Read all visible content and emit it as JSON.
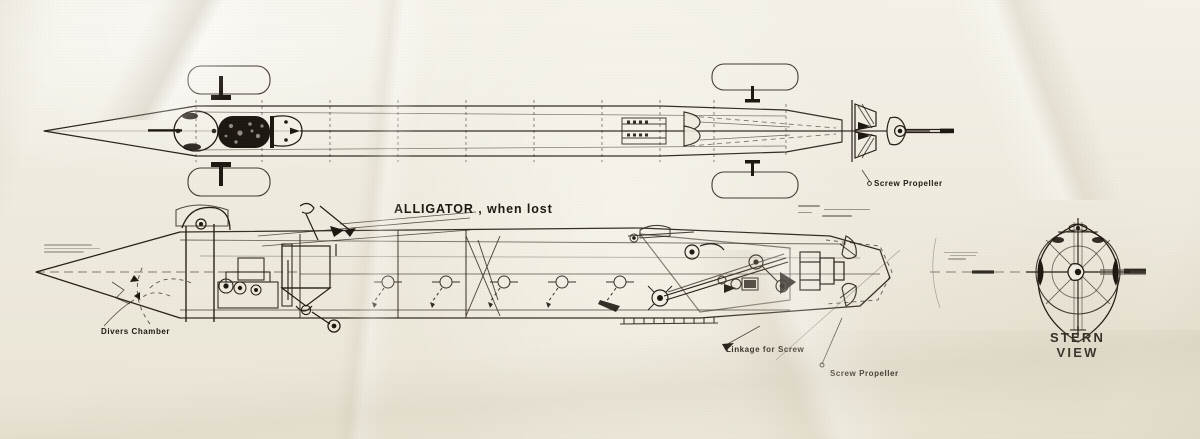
{
  "document": {
    "kind": "technical-drawing",
    "subject": "ALLIGATOR submarine",
    "medium": "aged paper blueprint photograph",
    "paper_color": "#f0ece0",
    "ink_color": "#1d1711"
  },
  "title": {
    "text": "ALLIGATOR , when lost"
  },
  "views": {
    "plan": {
      "name": "plan-view-top"
    },
    "profile": {
      "name": "side-elevation-view"
    },
    "stern": {
      "caption_line1": "STERN",
      "caption_line2": "VIEW"
    }
  },
  "annotations": [
    {
      "id": "screw-propeller-top",
      "text": "Screw Propeller",
      "view": "plan"
    },
    {
      "id": "divers-chamber",
      "text": "Divers  Chamber",
      "view": "profile"
    },
    {
      "id": "linkage-for-screw",
      "text": "Linkage for Screw",
      "view": "profile"
    },
    {
      "id": "screw-propeller-side",
      "text": "Screw Propeller",
      "view": "profile"
    }
  ]
}
